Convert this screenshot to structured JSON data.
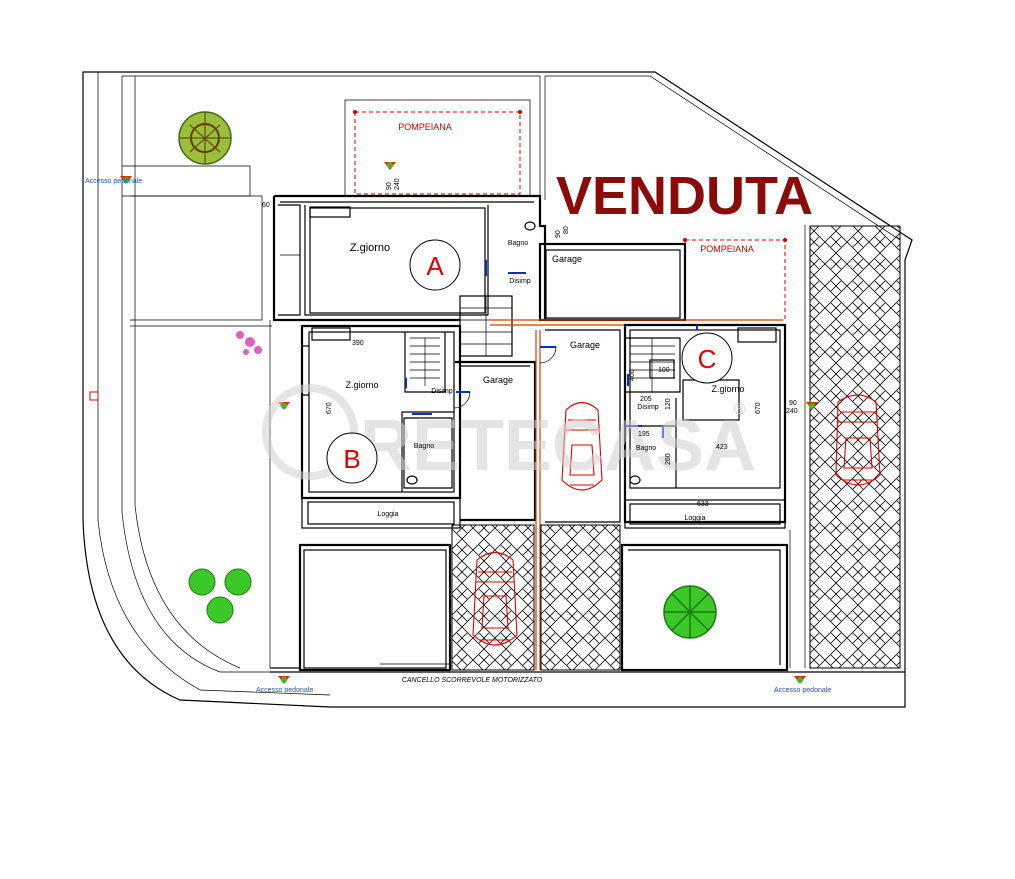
{
  "stamp": {
    "text": "VENDUTA",
    "color": "#8b0a0a"
  },
  "watermark": {
    "text": "RETECASA",
    "reg_mark": "®"
  },
  "units": [
    {
      "letter": "A"
    },
    {
      "letter": "B"
    },
    {
      "letter": "C"
    }
  ],
  "rooms": {
    "a_living": "Z.giorno",
    "a_bath": "Bagno",
    "a_disimp": "Disimp",
    "b_living": "Z.giorno",
    "b_bath": "Bagno",
    "b_disimp": "Disimp",
    "b_loggia": "Loggia",
    "c_living": "Z.giorno",
    "c_bath": "Bagno",
    "c_disimp": "Disimp",
    "c_loggia": "Loggia",
    "garage_1": "Garage",
    "garage_2": "Garage",
    "garage_3": "Garage"
  },
  "pergolas": {
    "left": "POMPEIANA",
    "right": "POMPEIANA"
  },
  "access": {
    "pedestrian_left": "Accesso pedonale",
    "pedestrian_bottom_left": "Accesso pedonale",
    "pedestrian_bottom_right": "Accesso pedonale",
    "gate": "CANCELLO SCORREVOLE MOTORIZZATO"
  },
  "dimensions": {
    "d60": "60",
    "d90a": "90",
    "d240a": "240",
    "d90b": "90",
    "d80": "80",
    "d390": "390",
    "d670b": "670",
    "d400": "400",
    "d100": "100",
    "d205": "205",
    "d120": "120",
    "d195": "195",
    "d260": "260",
    "d423": "423",
    "d670c": "670",
    "d90c": "90",
    "d240c": "240",
    "d633": "633"
  },
  "colors": {
    "walls": "#000000",
    "cars": "#e00000",
    "doors": "#0030c0",
    "pergola": "#d40000",
    "plants": "#3cb82c"
  }
}
